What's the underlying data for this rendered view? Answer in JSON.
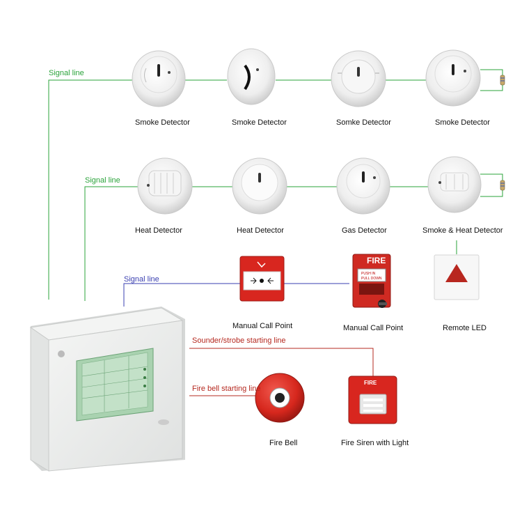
{
  "colors": {
    "signal_green": "#2aa33a",
    "signal_blue": "#3a3fb0",
    "sounder_red": "#b5281f",
    "device_white": "#f2f2f2",
    "panel_gray": "#e9ebea",
    "alarm_red": "#d8261f"
  },
  "signal_lines": [
    {
      "label": "Signal line",
      "color": "green"
    },
    {
      "label": "Signal line",
      "color": "green"
    },
    {
      "label": "Signal line",
      "color": "blue"
    }
  ],
  "starting_lines": {
    "sounder_strobe": "Sounder/strobe starting line",
    "fire_bell": "Fire bell starting line"
  },
  "devices": {
    "row1": [
      {
        "label": "Smoke Detector",
        "icon": "smoke-detector-icon"
      },
      {
        "label": "Smoke Detector",
        "icon": "smoke-detector-icon"
      },
      {
        "label": "Somke Detector",
        "icon": "smoke-detector-icon"
      },
      {
        "label": "Smoke Detector",
        "icon": "smoke-detector-icon"
      }
    ],
    "row2": [
      {
        "label": "Heat Detector",
        "icon": "heat-detector-icon"
      },
      {
        "label": "Heat Detector",
        "icon": "heat-detector-icon"
      },
      {
        "label": "Gas Detector",
        "icon": "gas-detector-icon"
      },
      {
        "label": "Smoke & Heat Detector",
        "icon": "smoke-heat-detector-icon"
      }
    ],
    "row3": [
      {
        "label": "Manual Call Point",
        "icon": "manual-call-point-icon"
      },
      {
        "label": "Manual Call Point",
        "icon": "manual-pull-station-icon"
      },
      {
        "label": "Remote LED",
        "icon": "remote-led-icon"
      }
    ],
    "row4": [
      {
        "label": "Fire Bell",
        "icon": "fire-bell-icon"
      },
      {
        "label": "Fire Siren with Light",
        "icon": "fire-siren-icon"
      }
    ]
  },
  "device_print": {
    "fire_text": "FIRE",
    "pull_text_1": "PUSH IN",
    "pull_text_2": "PULL DOWN",
    "siren_text": "FIRE"
  },
  "panel": {
    "icon": "fire-alarm-control-panel-icon"
  }
}
